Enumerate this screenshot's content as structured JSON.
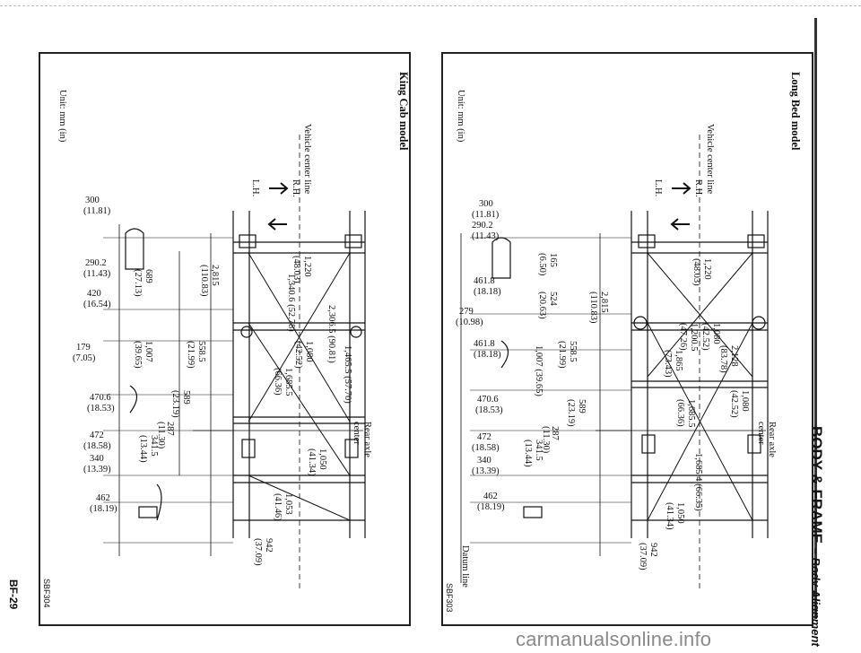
{
  "header": {
    "section": "BODY & FRAME",
    "subsection": "– Body Alignment",
    "page_number": "BF-29"
  },
  "watermark": "carmanualsonline.info",
  "left_figure": {
    "title": "King Cab model",
    "figure_code": "SBF304",
    "unit": "Unit: mm (in)",
    "center_line": "Vehicle center line",
    "rh": "R.H.",
    "lh": "L.H.",
    "rear_axle": "Rear axle",
    "rear_axle_2": "center",
    "dims": {
      "w1220": "1,220",
      "w1220_in": "(48.03)",
      "w1080": "1,080",
      "w1080_in": "(42.52)",
      "w1050": "1,050",
      "w1050_in": "(41.34)",
      "w942": "942",
      "w942_in": "(37.09)",
      "d1340": "1,340.6 (52.78)",
      "d2306": "2,306.5 (90.81)",
      "d1465": "1,465.5 (57.70)",
      "d1685": "1,685.5",
      "d1685_in": "(66.36)",
      "d1053": "1,053",
      "d1053_in": "(41.46)",
      "h2815": "2,815",
      "h2815_in": "(110.83)",
      "h558": "558.5",
      "h558_in": "(21.99)",
      "h589": "589",
      "h589_in": "(23.19)",
      "h287": "287",
      "h287_in": "(11.30)",
      "h341": "341.5",
      "h341_in": "(13.44)",
      "h689": "689",
      "h689_in": "(27.13)",
      "h1007": "1,007",
      "h1007_in": "(39.65)",
      "s300": "300",
      "s300_in": "(11.81)",
      "s290": "290.2",
      "s290_in": "(11.43)",
      "s420": "420",
      "s420_in": "(16.54)",
      "s179": "179",
      "s179_in": "(7.05)",
      "s470": "470.6",
      "s470_in": "(18.53)",
      "s472": "472",
      "s472_in": "(18.58)",
      "s340": "340",
      "s340_in": "(13.39)",
      "s462": "462",
      "s462_in": "(18.19)"
    }
  },
  "right_figure": {
    "title": "Long Bed model",
    "figure_code": "SBF303",
    "unit": "Unit: mm (in)",
    "center_line": "Vehicle center line",
    "rh": "R.H.",
    "lh": "L.H.",
    "rear_axle": "Rear axle",
    "rear_axle_2": "center",
    "datum": "Datum line",
    "dims": {
      "w1220": "1,220",
      "w1220_in": "(48.03)",
      "w1080a": "1,080",
      "w1080a_in": "(42.52)",
      "w1080b": "1,080",
      "w1080b_in": "(42.52)",
      "w1050": "1,050",
      "w1050_in": "(41.34)",
      "w942": "942",
      "w942_in": "(37.09)",
      "d1200": "1,200.5",
      "d1200_in": "(47.26)",
      "d1865": "1,865",
      "d1865_in": "(73.43)",
      "d2128": "2,128",
      "d2128_in": "(83.78)",
      "d1685": "1,685.5",
      "d1685_in": "(66.36)",
      "d1685b": "1,685.4 (66.35)",
      "h2815": "2,815",
      "h2815_in": "(110.83)",
      "h558": "558.5",
      "h558_in": "(21.99)",
      "h589": "589",
      "h589_in": "(23.19)",
      "h287": "287",
      "h287_in": "(11.30)",
      "h341": "341.5",
      "h341_in": "(13.44)",
      "h165": "165",
      "h165_in": "(6.50)",
      "h524": "524",
      "h524_in": "(20.63)",
      "h1007": "1,007 (39.65)",
      "s300": "300",
      "s300_in": "(11.81)",
      "s290": "290.2",
      "s290_in": "(11.43)",
      "s461a": "461.8",
      "s461a_in": "(18.18)",
      "s279": "279",
      "s279_in": "(10.98)",
      "s461b": "461.8",
      "s461b_in": "(18.18)",
      "s470": "470.6",
      "s470_in": "(18.53)",
      "s472": "472",
      "s472_in": "(18.58)",
      "s340": "340",
      "s340_in": "(13.39)",
      "s462": "462",
      "s462_in": "(18.19)"
    }
  }
}
